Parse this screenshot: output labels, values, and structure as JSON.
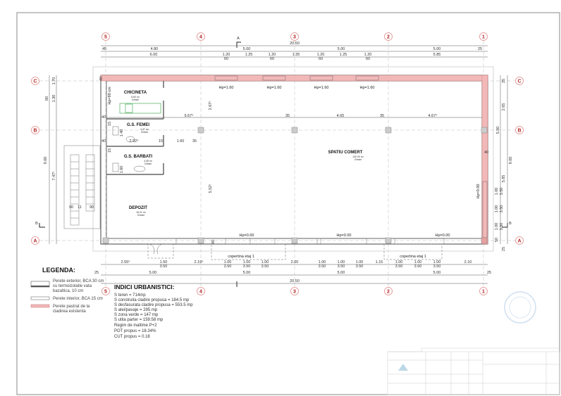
{
  "axes": {
    "columns": [
      "5",
      "4",
      "3",
      "2",
      "1"
    ],
    "rows": [
      "C",
      "B",
      "A"
    ]
  },
  "section_marks": [
    "A",
    "B"
  ],
  "dimensions": {
    "top_total": "20.50",
    "top_row1": [
      "45",
      "4.80",
      "5.00",
      "5.00",
      "5.00",
      "25"
    ],
    "top_row2": [
      "6.00",
      "1.20",
      "60",
      "1.25",
      "1.20",
      "60",
      "1.35",
      "1.20",
      "60",
      "1.25",
      "1.20",
      "60",
      "5.85"
    ],
    "bottom_row1": [
      "2.55⁵",
      "1.50",
      "3.50",
      "2.19⁵",
      "1.00",
      "3.50",
      "1.00",
      "3.50",
      "1.00",
      "3.50",
      "2.00",
      "1.00",
      "3.50",
      "1.00",
      "3.50",
      "1.00",
      "3.50",
      "1.15",
      "1.00",
      "3.50",
      "1.00",
      "3.50",
      "1.00",
      "3.50",
      "2.10"
    ],
    "bottom_row2": [
      "25",
      "5.00",
      "5.00",
      "5.00",
      "5.00",
      "25"
    ],
    "bottom_total": "20.50",
    "left": [
      "1.70",
      "80",
      "1.30",
      "9.00",
      "7.47⁵"
    ],
    "right": [
      "25",
      "2.65",
      "5.50",
      "9.00",
      "5.85",
      "1.00",
      "3.50",
      "1.00",
      "3.50",
      "1.00",
      "3.50",
      "50",
      "25"
    ],
    "interior": [
      "9.67⁵",
      "35",
      "4.65",
      "35",
      "4.67⁵",
      "2.67⁵",
      "5.52⁵",
      "2.92⁵",
      "15",
      "1.60",
      "35",
      "40",
      "40",
      "15",
      "1.40",
      "15",
      "1.60",
      "40",
      "40",
      "40"
    ],
    "stair": [
      "90",
      "11",
      "90"
    ]
  },
  "rooms": [
    {
      "name": "CHICINETA",
      "area": "5.60 m²",
      "finish": "Gresie"
    },
    {
      "name": "G.S. FEMEI",
      "area": "4.37 m²",
      "finish": "Gresie"
    },
    {
      "name": "G.S. BARBATI",
      "area": "4.08 m²",
      "finish": "Gresie"
    },
    {
      "name": "DEPOZIT",
      "area": "15.21 m²",
      "finish": "Gresie"
    },
    {
      "name": "SPATIU COMERT",
      "area": "130.93 m²",
      "finish": "Gresie"
    }
  ],
  "window_heights": {
    "hp160": "Hp=1.60",
    "hp000": "Hp=0.00",
    "hp90": "Hp=90 cm"
  },
  "canopy": "copertina etaj 1",
  "legend": {
    "title": "LEGENDA:",
    "items": [
      {
        "lines": [
          "Perete exterior, BCA 30 cm",
          "cu termoizolatie vata",
          "bazaltica, 10 cm"
        ]
      },
      {
        "lines": [
          "Perete interior, BCA 15 cm"
        ]
      },
      {
        "lines": [
          "Perete pastrat de la",
          "cladirea existenta"
        ]
      }
    ]
  },
  "indici": {
    "title": "INDICI URBANISTICI:",
    "lines": [
      "S teren = 714mp",
      "S construita cladire propusa  = 184.5 mp",
      "S desfasurata cladire propusa = 553.5 mp",
      "S alei/pavaje = 295 mp",
      "S zona verde = 147 mp",
      "S utila parter  = 159.58 mp",
      "Regim de inaltime P+2",
      "POT propus = 18.34%",
      "CUT propus = 0.18"
    ]
  },
  "colors": {
    "existing_wall": "#f2b8b8",
    "axis_bubble": "#b02020",
    "sanitary": "#2e9e3e"
  }
}
